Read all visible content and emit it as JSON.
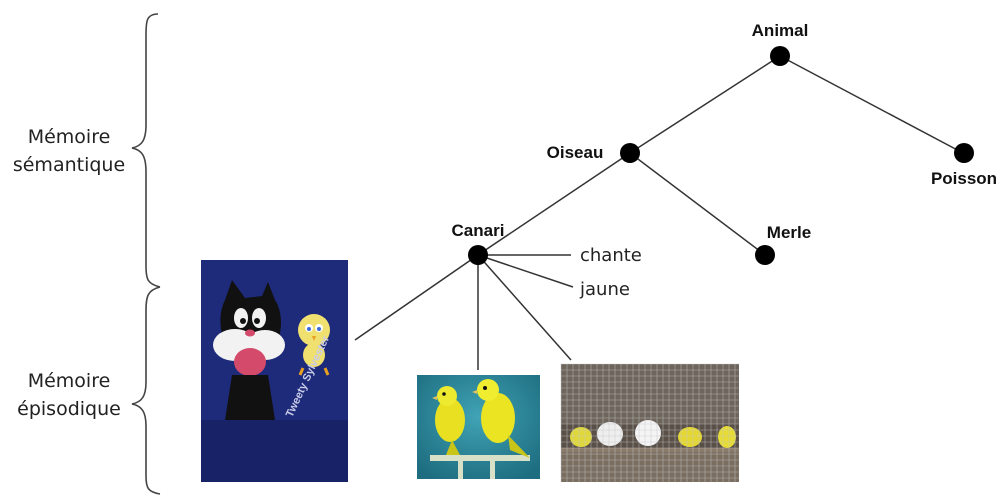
{
  "labels": {
    "semantic": [
      "Mémoire",
      "sémantique"
    ],
    "episodic": [
      "Mémoire",
      "épisodique"
    ]
  },
  "tree": {
    "nodes": {
      "animal": "Animal",
      "oiseau": "Oiseau",
      "poisson": "Poisson",
      "canari": "Canari",
      "merle": "Merle"
    },
    "attributes": {
      "chante": "chante",
      "jaune": "jaune"
    }
  },
  "photos": {
    "poster_text": "Tweety Sylvester"
  },
  "colors": {
    "node": "#000000",
    "line": "#333333",
    "poster_bg": "#1e2a7a",
    "canary_yellow": "#e8e020",
    "teal_bg": "#2a8aa0"
  }
}
